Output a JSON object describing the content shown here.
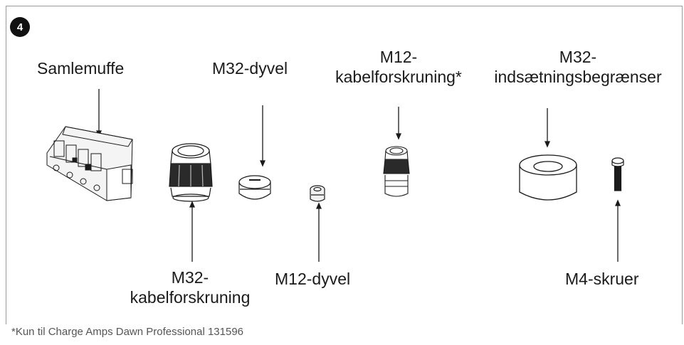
{
  "step_number": "4",
  "labels": {
    "hub": "Samlemuffe",
    "m32_plug": "M32-dyvel",
    "m12_gland_line1": "M12-",
    "m12_gland_line2": "kabelforskruning*",
    "m32_limiter_line1": "M32-",
    "m32_limiter_line2": "indsætningsbegrænser",
    "m32_gland_line1": "M32-",
    "m32_gland_line2": "kabelforskruning",
    "m12_plug": "M12-dyvel",
    "m4_screws": "M4-skruer"
  },
  "footnote": "*Kun til Charge Amps Dawn Professional 131596",
  "colors": {
    "line": "#1a1a1a",
    "frame": "#9a9a9a",
    "badge": "#111111"
  }
}
